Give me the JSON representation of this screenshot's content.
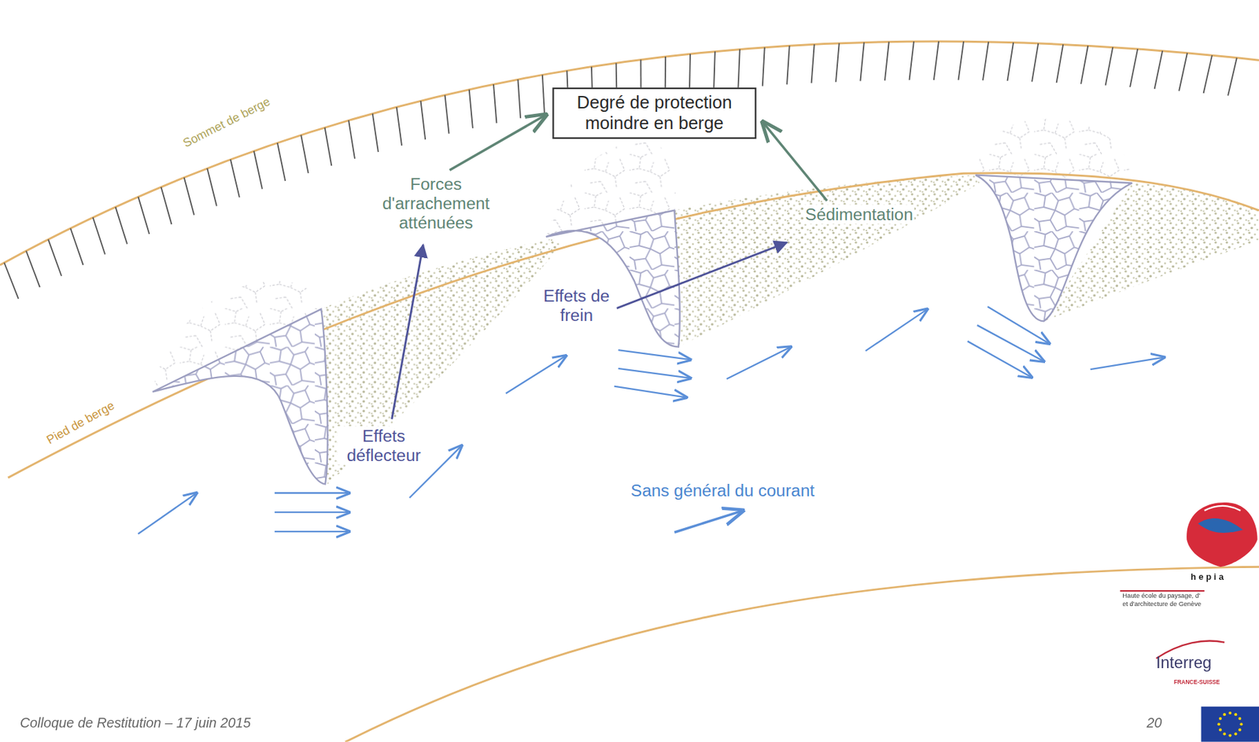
{
  "diagram": {
    "nodes": [
      {
        "text": [
          "Degré de protection moindre en berge"
        ]
      }
    ],
    "labels": [
      "Sommet de berge",
      "Pied de berge",
      "Forces d'arrachement atténuées",
      "Sédimentation",
      "Effets de frein",
      "Effets déflecteur",
      "Sans général du courant",
      "Colloque de Restitution – 17 juin 2015",
      "20",
      "h e p i a",
      "Haute école du paysage, d'",
      "et d'architecture de Genève",
      "Interreg",
      "FRANCE-SUISSE"
    ]
  }
}
